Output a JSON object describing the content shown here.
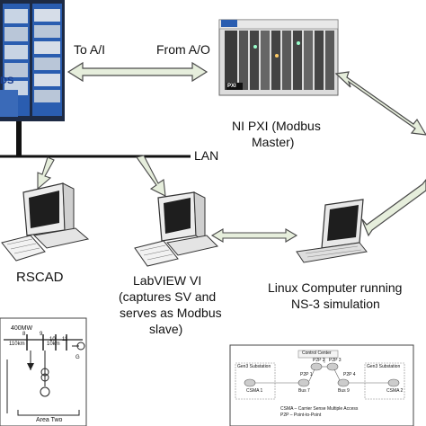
{
  "labels": {
    "to_ai": "To A/I",
    "from_ao": "From A/O",
    "nipxi_line1": "NI PXI (Modbus",
    "nipxi_line2": "Master)",
    "lan": "LAN",
    "rscad": "RSCAD",
    "labview_line1": "LabVIEW VI",
    "labview_line2": "(captures SV and",
    "labview_line3": "serves as Modbus",
    "labview_line4": "slave)",
    "linux_line1": "Linux Computer running",
    "linux_line2": "NS-3 simulation",
    "rtds_logo_fragment": "DS",
    "pxi_badge": "PXI"
  },
  "rscad_diagram": {
    "power_label": "400MW",
    "bus_numbers": [
      "8",
      "9",
      "10",
      "11"
    ],
    "distances": [
      "110km",
      "10km"
    ],
    "area_label": "Area Two",
    "gen_label": "G"
  },
  "ns3_diagram": {
    "control_center": "Control Center",
    "substations": [
      "Gen3 Substation",
      "Gen3 Substation"
    ],
    "buses": [
      "Bus 7",
      "Bus 9"
    ],
    "p2p_labels": [
      "P2P 1",
      "P2P 2",
      "P2P 3",
      "P2P 4"
    ],
    "csma_labels": [
      "CSMA 1",
      "CSMA 2"
    ],
    "footer_line1": "CSMA – Carrier Sense Multiple Access",
    "footer_line2": "P2P – Point-to-Point"
  },
  "colors": {
    "rack_blue": "#2a5db0",
    "arrow_fill": "#e6eedc",
    "arrow_stroke": "#4a4a4a",
    "cable": "#1a1a1a"
  }
}
